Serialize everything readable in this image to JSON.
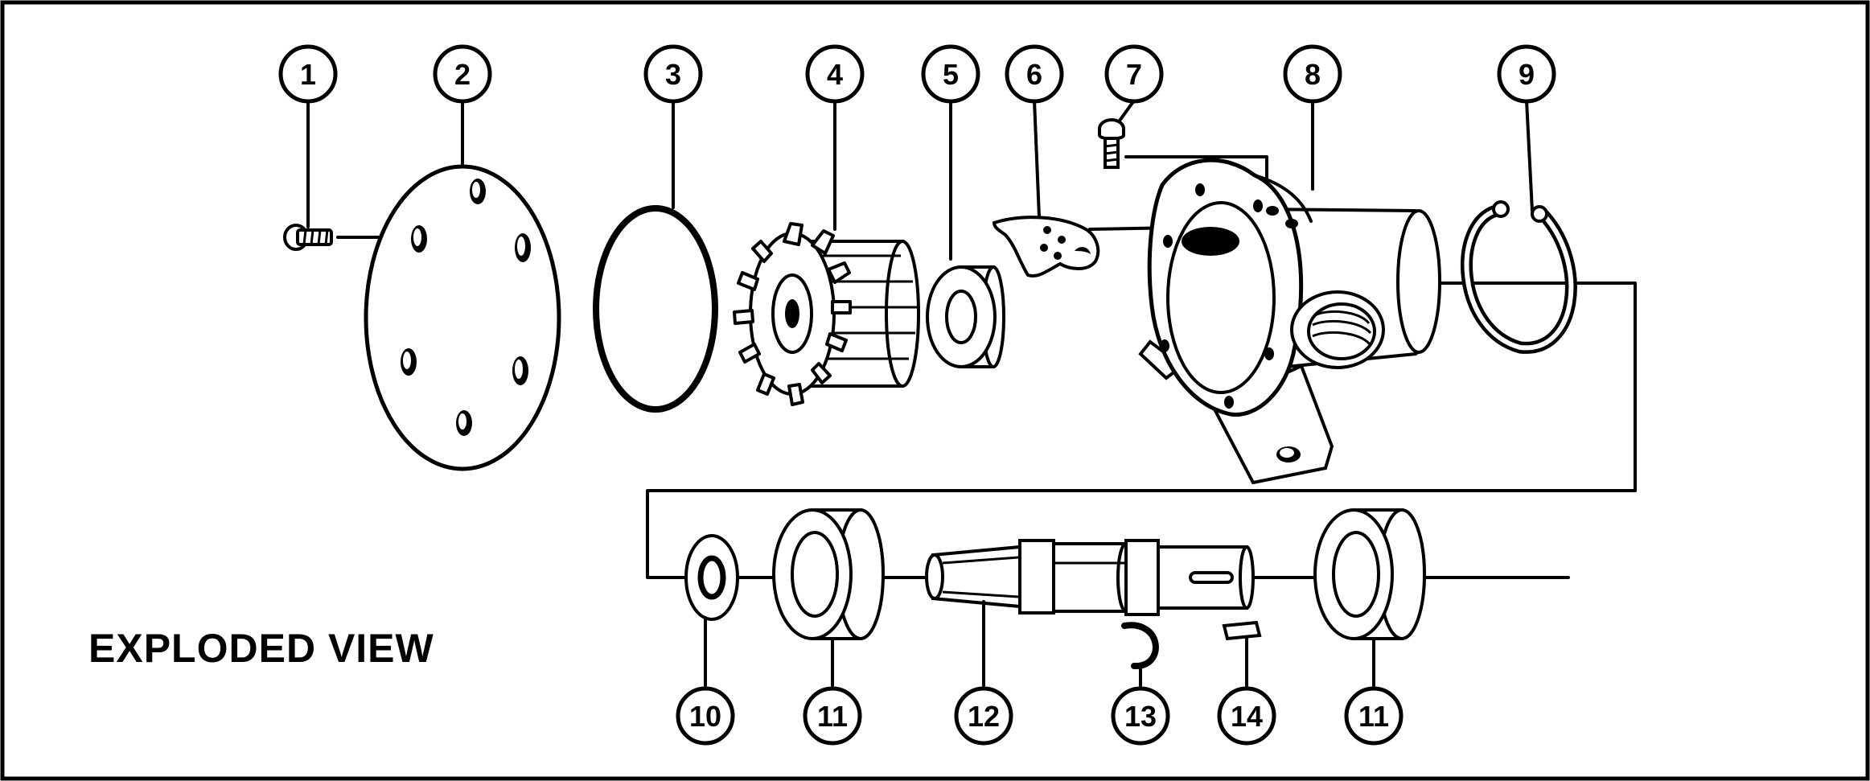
{
  "caption": "EXPLODED VIEW",
  "callouts": [
    {
      "id": "1",
      "label": "1"
    },
    {
      "id": "2",
      "label": "2"
    },
    {
      "id": "3",
      "label": "3"
    },
    {
      "id": "4",
      "label": "4"
    },
    {
      "id": "5",
      "label": "5"
    },
    {
      "id": "6",
      "label": "6"
    },
    {
      "id": "7",
      "label": "7"
    },
    {
      "id": "8",
      "label": "8"
    },
    {
      "id": "9",
      "label": "9"
    },
    {
      "id": "10",
      "label": "10"
    },
    {
      "id": "11a",
      "label": "11"
    },
    {
      "id": "12",
      "label": "12"
    },
    {
      "id": "13",
      "label": "13"
    },
    {
      "id": "14",
      "label": "14"
    },
    {
      "id": "11b",
      "label": "11"
    }
  ],
  "colors": {
    "ink": "#000000",
    "paper": "#ffffff"
  }
}
